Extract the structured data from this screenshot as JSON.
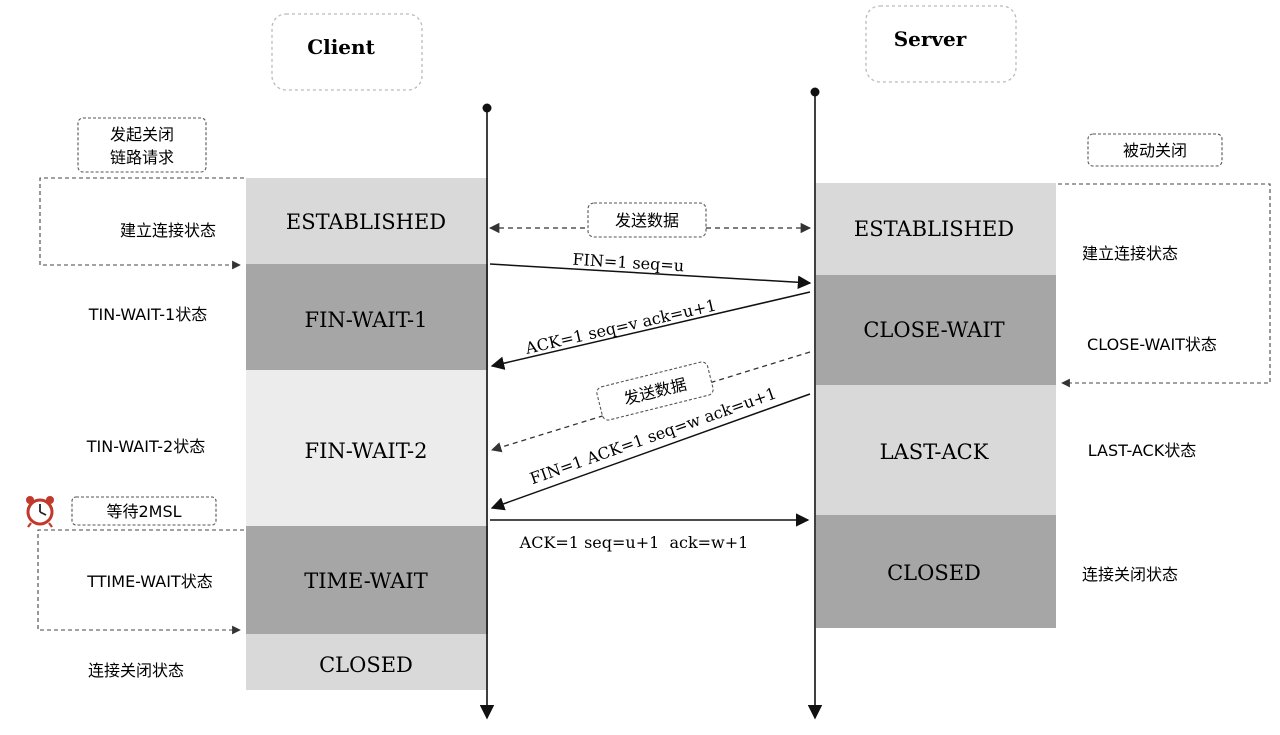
{
  "client": {
    "title": "Client",
    "initiate_note_line1": "发起关闭",
    "initiate_note_line2": "链路请求",
    "states": [
      "ESTABLISHED",
      "FIN-WAIT-1",
      "FIN-WAIT-2",
      "TIME-WAIT",
      "CLOSED"
    ],
    "state_labels": [
      "建立连接状态",
      "TIN-WAIT-1状态",
      "TIN-WAIT-2状态",
      "TTIME-WAIT状态",
      "连接关闭状态"
    ],
    "wait_note": "等待2MSL",
    "wait_icon": "alarm-clock-icon"
  },
  "server": {
    "title": "Server",
    "passive_note": "被动关闭",
    "states": [
      "ESTABLISHED",
      "CLOSE-WAIT",
      "LAST-ACK",
      "CLOSED"
    ],
    "state_labels": [
      "建立连接状态",
      "CLOSE-WAIT状态",
      "LAST-ACK状态",
      "连接关闭状态"
    ]
  },
  "messages": {
    "send_data_1": "发送数据",
    "fin1": "FIN=1 seq=u",
    "ack1": "ACK=1 seq=v ack=u+1",
    "send_data_2": "发送数据",
    "fin2": "FIN=1 ACK=1 seq=w ack=u+1",
    "ack2": "ACK=1 seq=u+1  ack=w+1"
  },
  "colors": {
    "light_state": "#d9d9d9",
    "dark_state": "#a6a6a6",
    "line": "#111111",
    "dash": "#555555"
  }
}
